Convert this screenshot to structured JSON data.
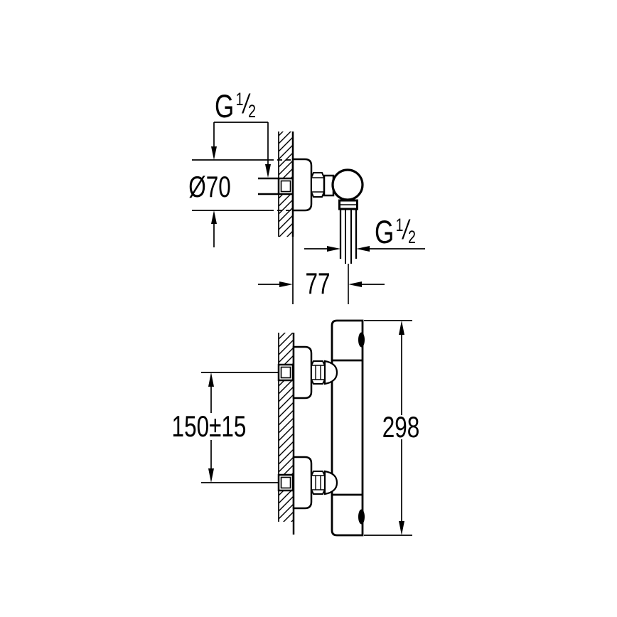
{
  "colors": {
    "background": "#ffffff",
    "line": "#000000"
  },
  "side_view": {
    "inlet_thread_label": {
      "base": "G",
      "numerator": "1",
      "fraction_slash": "/",
      "denominator": "2"
    },
    "flange_diameter_label": "Ø70",
    "outlet_thread_label": {
      "base": "G",
      "numerator": "1",
      "fraction_slash": "/",
      "denominator": "2"
    },
    "wall_to_outlet_label": "77"
  },
  "front_view": {
    "connection_spacing_label": "150±15",
    "overall_height_label": "298"
  }
}
